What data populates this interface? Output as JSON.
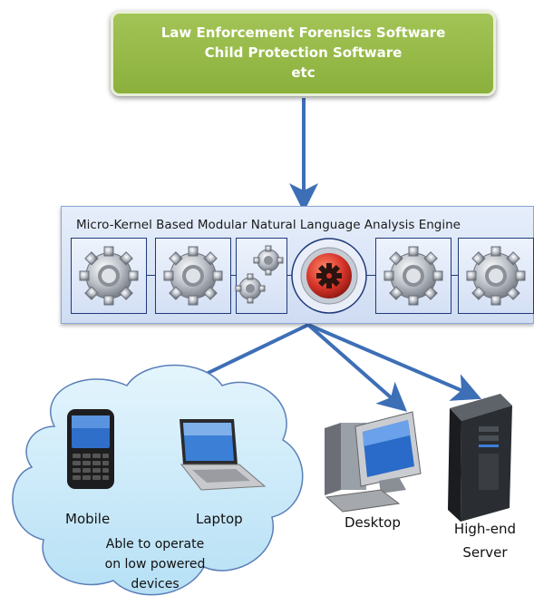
{
  "top_box": {
    "line1": "Law Enforcement Forensics Software",
    "line2": "Child Protection Software",
    "line3": "etc"
  },
  "engine": {
    "title": "Micro-Kernel Based Modular Natural Language Analysis Engine",
    "modules": [
      "gear-icon",
      "gear-icon",
      "gears-pair-icon",
      "kernel-icon",
      "gear-icon",
      "gear-icon"
    ]
  },
  "devices": {
    "mobile": "Mobile",
    "laptop": "Laptop",
    "cloud_note_1": "Able to operate",
    "cloud_note_2": "on low powered",
    "cloud_note_3": "devices",
    "desktop": "Desktop",
    "server_1": "High-end",
    "server_2": "Server"
  },
  "colors": {
    "top_box": "#8bb03c",
    "arrow": "#3d6fb6",
    "engine_bg": "#d9e4f6",
    "cloud": "#c6e8f8",
    "kernel": "#d7342a"
  }
}
